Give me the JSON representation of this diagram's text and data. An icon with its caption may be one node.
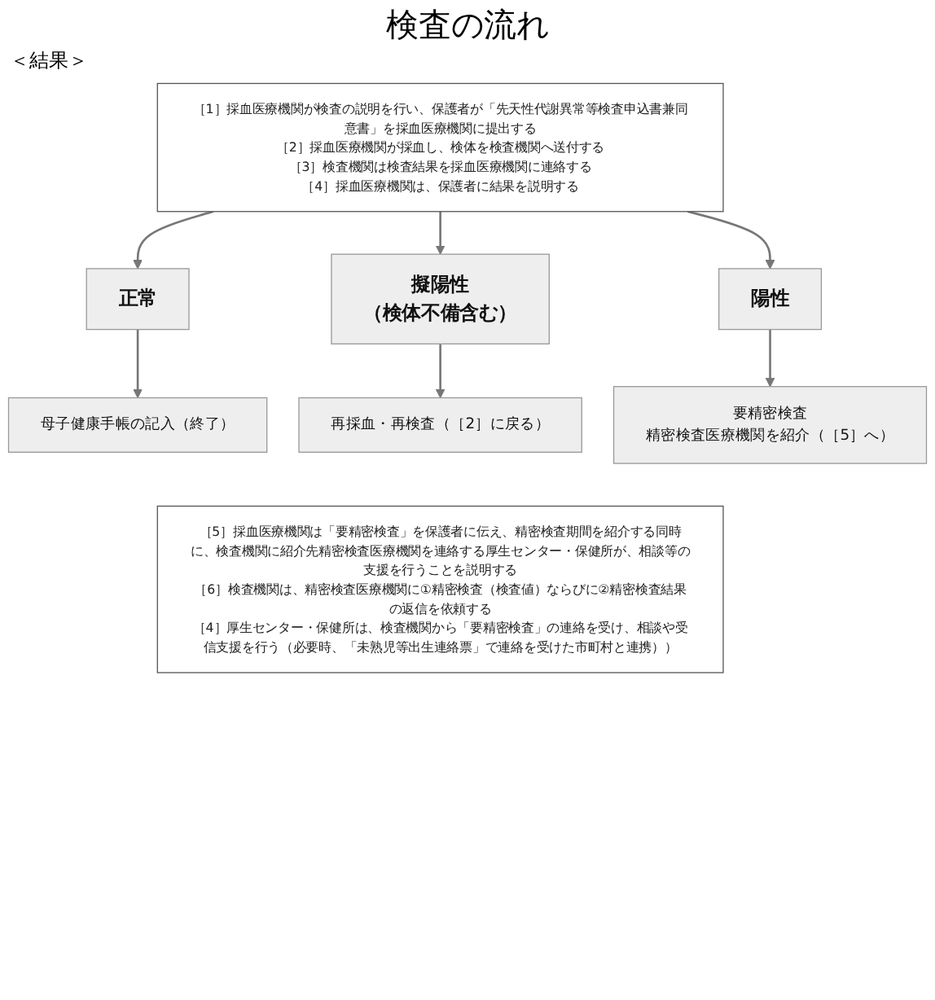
{
  "diagram": {
    "title": "検査の流れ",
    "nodes": [
      {
        "text": [
          "［1］採血医療機関が検査の説明を行い、保護者が「先天性代謝異常等検査申込書兼同意書」を採血医療機関に提出する",
          "［2］採血医療機関が採血し、検体を検査機関へ送付する",
          "［3］検査機関は検査結果を採血医療機関に連絡する",
          "［4］採血医療機関は、保護者に結果を説明する"
        ]
      },
      {
        "text": [
          "正常"
        ]
      },
      {
        "text": [
          "擬陽性",
          "（検体不備含む）"
        ]
      },
      {
        "text": [
          "陽性"
        ]
      },
      {
        "text": [
          "母子健康手帳の記入（終了）"
        ]
      },
      {
        "text": [
          "再採血・再検査（［2］に戻る）"
        ]
      },
      {
        "text": [
          "要精密検査",
          "精密検査医療機関を紹介（［5］へ）"
        ]
      },
      {
        "text": [
          "［5］採血医療機関は「要精密検査」を保護者に伝え、精密検査期間を紹介する同時に、検査機関に紹介先精密検査医療機関を連絡する厚生センター・保健所が、相談等の支援を行うことを説明する",
          "［6］検査機関は、精密検査医療機関に①精密検査（検査値）ならびに②精密検査結果の返信を依頼する",
          "［4］厚生センター・保健所は、検査機関から「要精密検査」の連絡を受け、相談や受信支援を行う（必要時、「未熟児等出生連絡票」で連絡を受けた市町村と連携））"
        ]
      }
    ],
    "edges": [
      {
        "from": 0,
        "to": 1,
        "arrow": "to"
      },
      {
        "from": 0,
        "to": 2,
        "arrow": "to"
      },
      {
        "from": 0,
        "to": 3,
        "arrow": "to"
      },
      {
        "from": 1,
        "to": 4,
        "arrow": "to"
      },
      {
        "from": 2,
        "to": 5,
        "arrow": "to"
      },
      {
        "from": 3,
        "to": 6,
        "arrow": "to"
      }
    ],
    "labels": [
      "＜結果＞"
    ]
  }
}
